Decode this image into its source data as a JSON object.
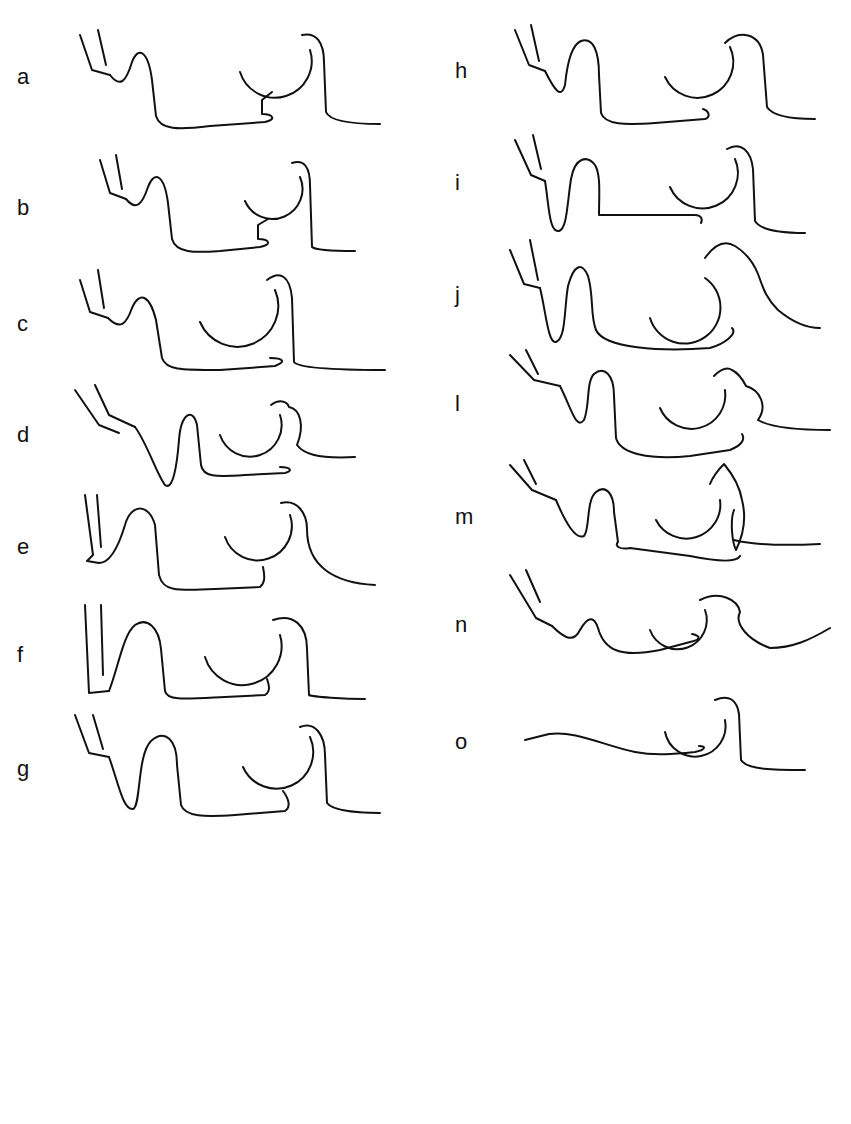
{
  "diagram": {
    "labels": [
      "a",
      "b",
      "c",
      "d",
      "e",
      "f",
      "g",
      "h",
      "i",
      "j",
      "l",
      "m",
      "n",
      "o"
    ]
  }
}
